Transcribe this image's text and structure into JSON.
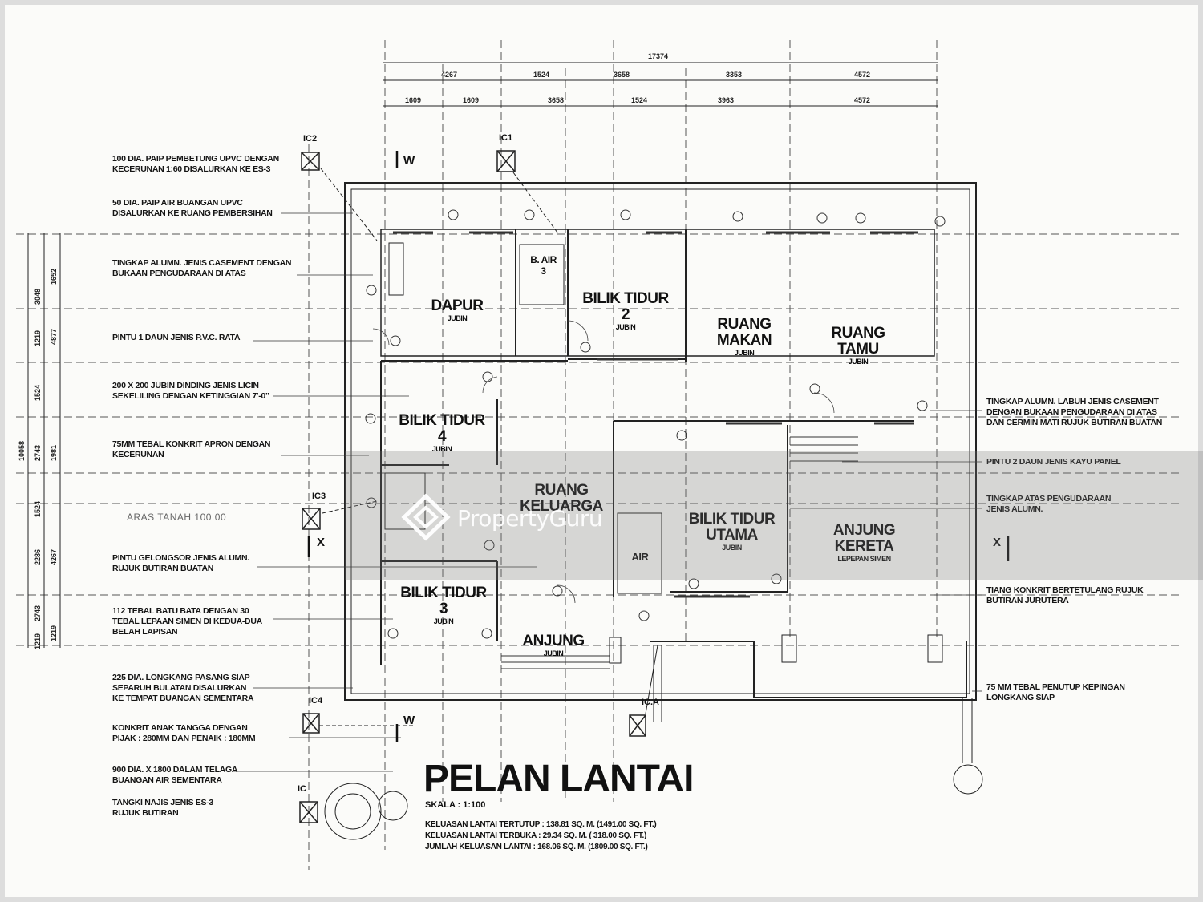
{
  "drawing": {
    "title": "PELAN LANTAI",
    "scale": "SKALA : 1:100",
    "areas": [
      "KELUASAN LANTAI TERTUTUP : 138.81 SQ. M. (1491.00 SQ. FT.)",
      "KELUASAN LANTAI TERBUKA : 29.34 SQ. M. ( 318.00 SQ. FT.)",
      "JUMLAH KELUASAN LANTAI : 168.06 SQ. M. (1809.00 SQ. FT.)"
    ],
    "ground_level": "ARAS TANAH 100.00"
  },
  "dimensions": {
    "overall": "17374",
    "top_row1": [
      "4267",
      "1524",
      "3658",
      "3353",
      "4572"
    ],
    "top_row2": [
      "1609",
      "1609",
      "3658",
      "1524",
      "3963",
      "4572"
    ],
    "left_overall": "10058",
    "left_col1": [
      "3048",
      "1219",
      "1524",
      "2743",
      "1524",
      "2286",
      "2743",
      "1219"
    ],
    "left_col2": [
      "1652",
      "4877",
      "1981",
      "4267",
      "1219"
    ]
  },
  "rooms": [
    {
      "name": "DAPUR",
      "finish": "JUBIN"
    },
    {
      "name": "BILIK TIDUR\n2",
      "finish": "JUBIN"
    },
    {
      "name": "RUANG\nMAKAN",
      "finish": "JUBIN"
    },
    {
      "name": "RUANG\nTAMU",
      "finish": "JUBIN"
    },
    {
      "name": "BILIK TIDUR\n4",
      "finish": "JUBIN"
    },
    {
      "name": "RUANG\nKELUARGA",
      "finish": ""
    },
    {
      "name": "BILIK TIDUR\nUTAMA",
      "finish": "JUBIN"
    },
    {
      "name": "ANJUNG\nKERETA",
      "finish": "LEPEPAN SIMEN"
    },
    {
      "name": "BILIK TIDUR\n3",
      "finish": "JUBIN"
    },
    {
      "name": "ANJUNG",
      "finish": "JUBIN"
    },
    {
      "name": "B. AIR\n3",
      "finish": ""
    },
    {
      "name": "AIR",
      "finish": ""
    }
  ],
  "left_notes": [
    "100 DIA. PAIP PEMBETUNG UPVC DENGAN\nKECERUNAN 1:60 DISALURKAN KE ES-3",
    "50 DIA. PAIP AIR BUANGAN UPVC\nDISALURKAN KE RUANG PEMBERSIHAN",
    "TINGKAP ALUMN. JENIS CASEMENT DENGAN\nBUKAAN PENGUDARAAN DI ATAS",
    "PINTU 1 DAUN JENIS P.V.C. RATA",
    "200 x 200 JUBIN DINDING JENIS LICIN\nSEKELILING DENGAN KETINGGIAN 7'-0\"",
    "75MM TEBAL KONKRIT APRON DENGAN\nKECERUNAN",
    "PINTU GELONGSOR JENIS ALUMN.\nRUJUK BUTIRAN BUATAN",
    "112 TEBAL BATU BATA DENGAN 30\nTEBAL LEPAAN SIMEN DI KEDUA-DUA\nBELAH LAPISAN",
    "225 DIA. LONGKANG PASANG SIAP\nSEPARUH BULATAN DISALURKAN\nKE TEMPAT BUANGAN SEMENTARA",
    "KONKRIT ANAK TANGGA DENGAN\nPIJAK : 280MM DAN PENAIK : 180MM",
    "900 DIA. X 1800 DALAM TELAGA\nBUANGAN AIR SEMENTARA",
    "TANGKI NAJIS JENIS ES-3\nRUJUK BUTIRAN"
  ],
  "right_notes": [
    "TINGKAP ALUMN. LABUH JENIS CASEMENT\nDENGAN BUKAAN PENGUDARAAN DI ATAS\nDAN CERMIN MATI RUJUK BUTIRAN BUATAN",
    "PINTU 2 DAUN JENIS KAYU PANEL",
    "TINGKAP ATAS PENGUDARAAN\nJENIS ALUMN.",
    "TIANG KONKRIT BERTETULANG RUJUK\nBUTIRAN JURUTERA",
    "75 MM TEBAL PENUTUP KEPINGAN\nLONGKANG SIAP"
  ],
  "tags": {
    "ic1": "IC1",
    "ic2": "IC2",
    "ic3": "IC3",
    "ic4": "IC4",
    "ic5": "IC",
    "ic_a": "IC.A",
    "w": "W",
    "x": "X"
  },
  "watermark": "PropertyGuru"
}
